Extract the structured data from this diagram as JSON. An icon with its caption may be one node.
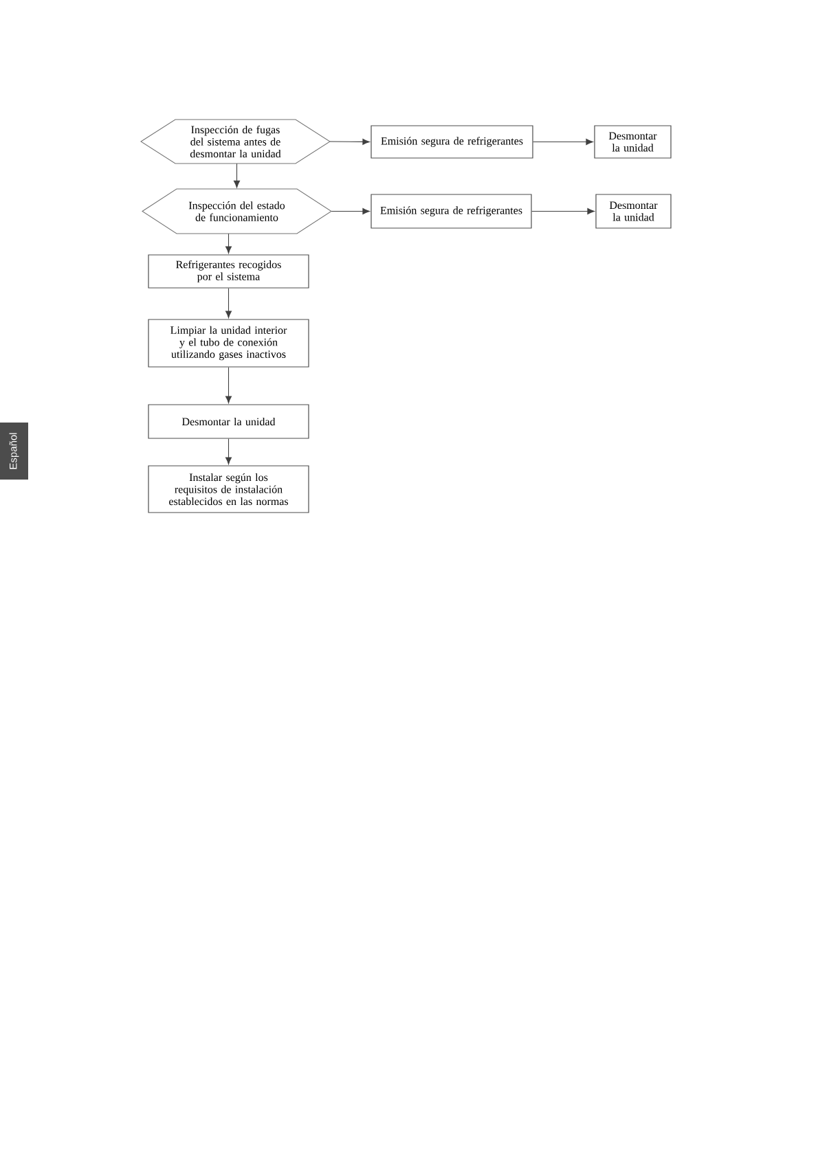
{
  "diagram": {
    "nodes": [
      {
        "text": [
          "Inspección de fugas del sistema antes de desmontar la unidad"
        ]
      },
      {
        "text": [
          "Emisión segura de refrigerantes"
        ]
      },
      {
        "text": [
          "Desmontar la unidad"
        ]
      },
      {
        "text": [
          "Inspección del estado de funcionamiento"
        ]
      },
      {
        "text": [
          "Emisión segura de refrigerantes"
        ]
      },
      {
        "text": [
          "Desmontar la unidad"
        ]
      },
      {
        "text": [
          "Refrigerantes recogidos por el sistema"
        ]
      },
      {
        "text": [
          "Limpiar la unidad interior y el tubo de conexión utilizando gases inactivos"
        ]
      },
      {
        "text": [
          "Desmontar la unidad"
        ]
      },
      {
        "text": [
          "Instalar según los requisitos de instalación establecidos en las normas"
        ]
      }
    ],
    "edges": [
      {
        "from": 0,
        "to": 1,
        "arrow": "to"
      },
      {
        "from": 1,
        "to": 2,
        "arrow": "to"
      },
      {
        "from": 0,
        "to": 3,
        "arrow": "to"
      },
      {
        "from": 3,
        "to": 4,
        "arrow": "to"
      },
      {
        "from": 4,
        "to": 5,
        "arrow": "to"
      },
      {
        "from": 3,
        "to": 6,
        "arrow": "to"
      },
      {
        "from": 6,
        "to": 7,
        "arrow": "to"
      },
      {
        "from": 7,
        "to": 8,
        "arrow": "to"
      },
      {
        "from": 8,
        "to": 9,
        "arrow": "to"
      }
    ],
    "labels": [
      "Español"
    ]
  }
}
